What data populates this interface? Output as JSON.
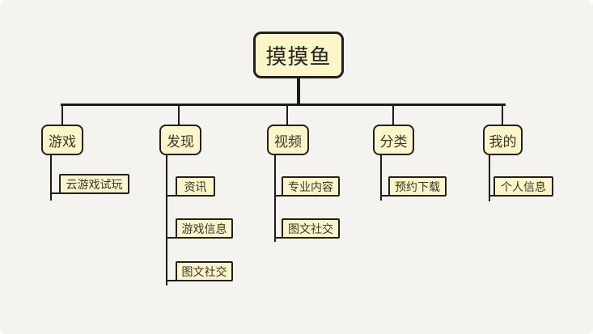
{
  "diagram": {
    "type": "mindmap-tree",
    "canvas_background": "#f4f3f0",
    "node_fill": "#fbf5c9",
    "node_border": "#21201a",
    "line_color": "#1d1c18",
    "text_color": "#3b372a"
  },
  "root": {
    "label": "摸摸鱼"
  },
  "branches": [
    {
      "label": "游戏",
      "children": [
        "云游戏试玩"
      ]
    },
    {
      "label": "发现",
      "children": [
        "资讯",
        "游戏信息",
        "图文社交"
      ]
    },
    {
      "label": "视频",
      "children": [
        "专业内容",
        "图文社交"
      ]
    },
    {
      "label": "分类",
      "children": [
        "预约下载"
      ]
    },
    {
      "label": "我的",
      "children": [
        "个人信息"
      ]
    }
  ]
}
